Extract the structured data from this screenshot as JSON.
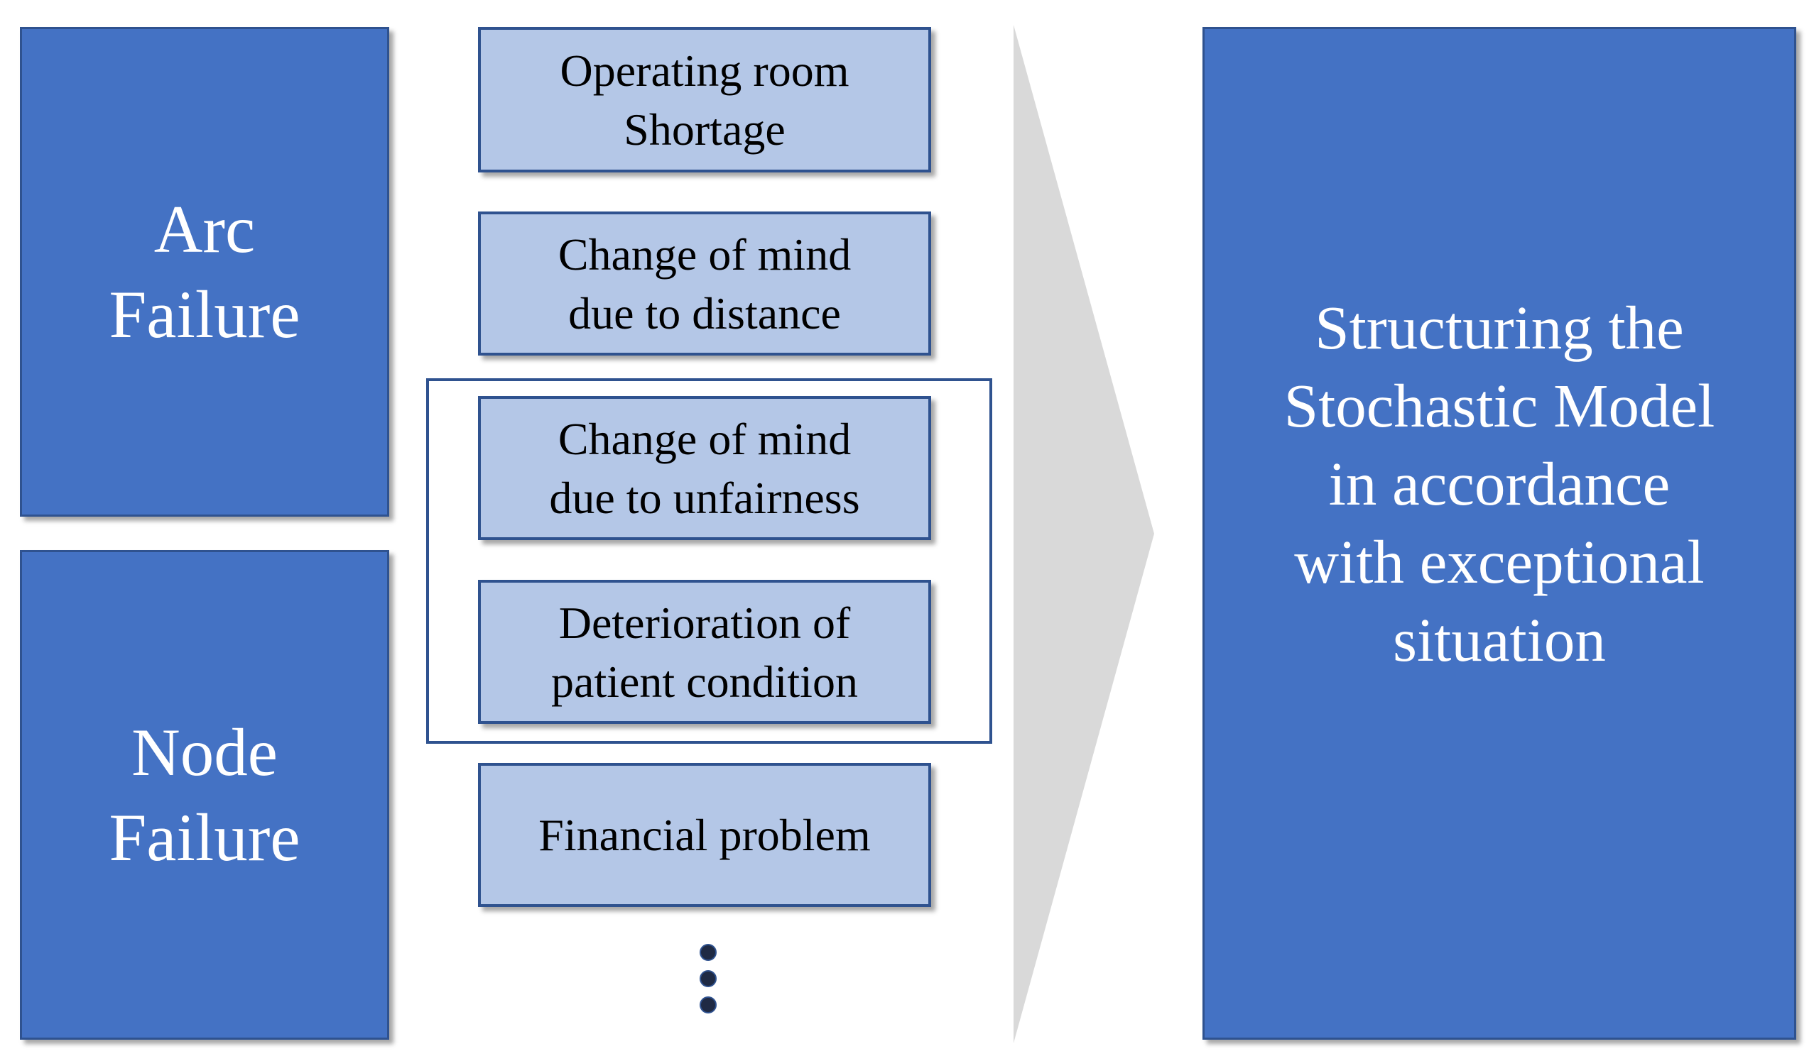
{
  "left_blocks": {
    "arc_failure": "Arc\nFailure",
    "node_failure": "Node\nFailure"
  },
  "items": [
    {
      "label": "Operating room\nShortage"
    },
    {
      "label": "Change of mind\ndue to distance"
    },
    {
      "label": "Change of mind\ndue to unfairness"
    },
    {
      "label": "Deterioration of\npatient condition"
    },
    {
      "label": "Financial problem"
    }
  ],
  "right_block": {
    "label": "Structuring the\nStochastic Model\nin accordance\nwith exceptional\nsituation"
  },
  "colors": {
    "dark_blue": "#4472c4",
    "light_blue": "#b4c7e7",
    "border_blue": "#2f528f",
    "arrow_gray": "#d9d9d9"
  },
  "icons": {
    "continuation": "vertical-ellipsis-icon",
    "flow": "chevron-arrow-icon"
  }
}
